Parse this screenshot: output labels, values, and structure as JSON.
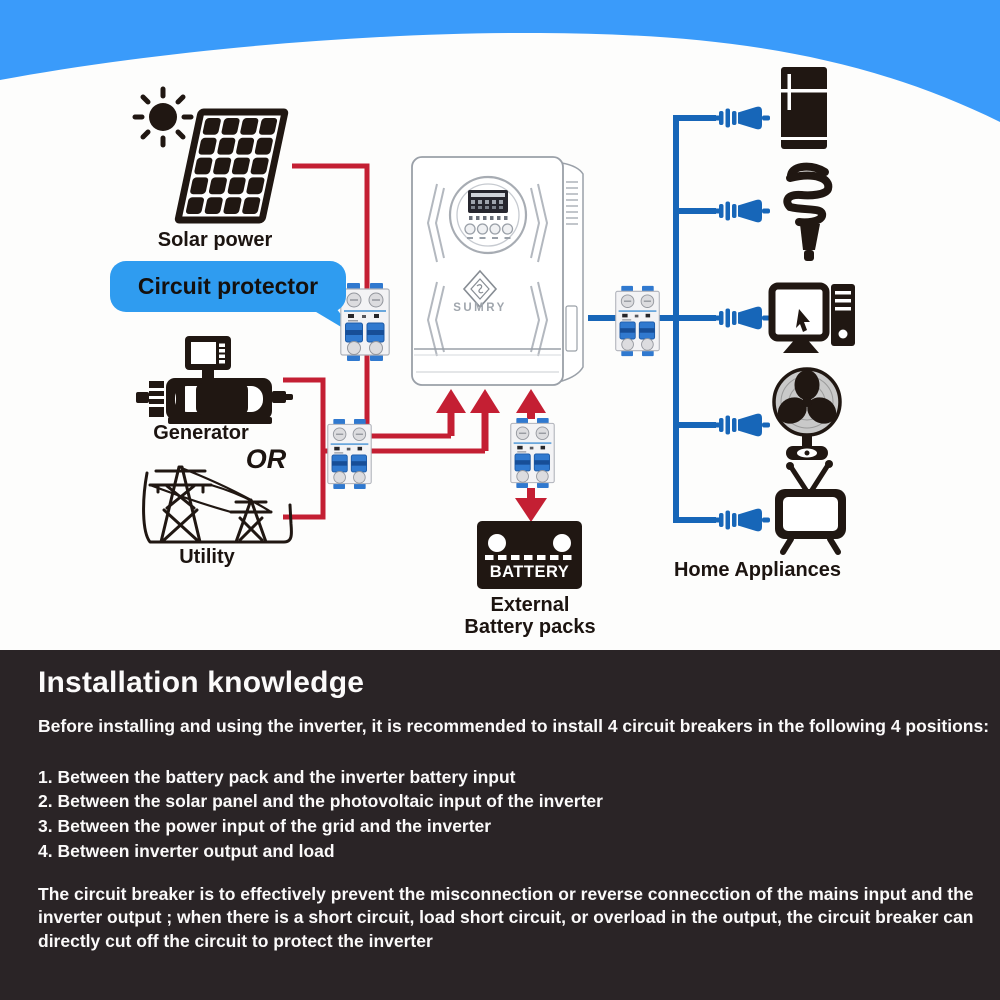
{
  "colors": {
    "header_blue": "#3a9bfa",
    "wire_red": "#c41f33",
    "wire_blue": "#1766b8",
    "bubble_blue": "#2f9cf0",
    "icon_dark": "#201712",
    "breaker_blue": "#3079cf",
    "footer_bg": "#2a2426"
  },
  "diagram": {
    "solar_label": "Solar power",
    "bubble_label": "Circuit protector",
    "generator_label": "Generator",
    "or_label": "OR",
    "utility_label": "Utility",
    "battery_label": "BATTERY",
    "external_battery_line1": "External",
    "external_battery_line2": "Battery packs",
    "home_appliances_label": "Home Appliances",
    "inverter_brand": "SUMRY"
  },
  "footer": {
    "title": "Installation knowledge",
    "intro": "Before installing and using the inverter, it is recommended to install 4 circuit breakers in the following 4 positions:",
    "list": [
      "1. Between the battery pack and the inverter battery input",
      "2. Between the solar panel and the photovoltaic input of the inverter",
      "3. Between the power input of the grid and the inverter",
      "4. Between inverter output and load"
    ],
    "outro": "The circuit breaker is to effectively prevent the misconnection or reverse connecction of the mains input  and the inverter output ; when there is a short circuit, load short circuit, or overload in the output, the circuit breaker can directly cut off the circuit to protect the inverter"
  }
}
